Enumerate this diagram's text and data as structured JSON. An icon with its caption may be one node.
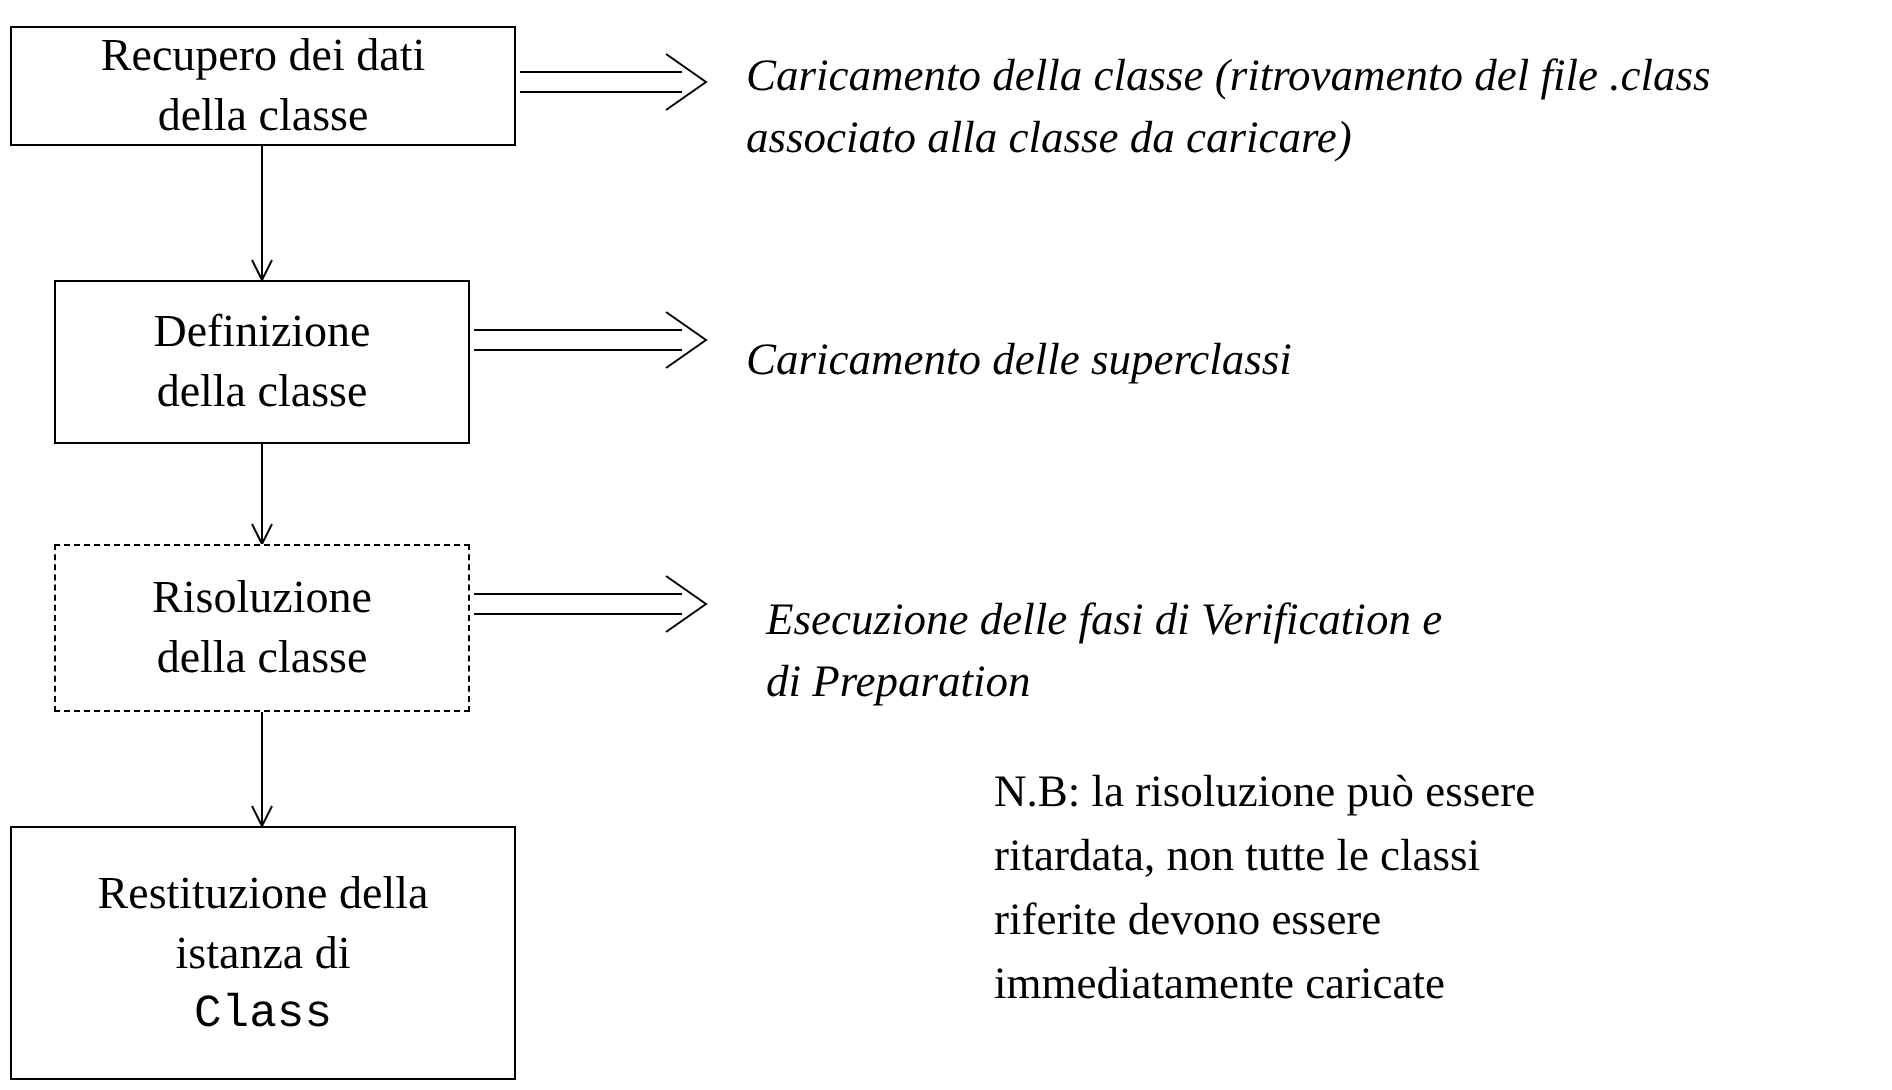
{
  "diagram": {
    "nodes": [
      {
        "text": [
          "Recupero dei dati della classe"
        ]
      },
      {
        "text": [
          "Definizione della classe"
        ]
      },
      {
        "text": [
          "Risoluzione della classe"
        ]
      },
      {
        "text": [
          "Restituzione della istanza di",
          "Class"
        ]
      },
      {
        "text": [
          "Caricamento della classe (ritrovamento del file .class associato alla classe da caricare)"
        ]
      },
      {
        "text": [
          "Caricamento delle superclassi"
        ]
      },
      {
        "text": [
          "Esecuzione delle fasi di Verification e di Preparation"
        ]
      }
    ],
    "edges": [
      {
        "from": 0,
        "to": 1,
        "arrow": "to"
      },
      {
        "from": 1,
        "to": 2,
        "arrow": "to"
      },
      {
        "from": 2,
        "to": 3,
        "arrow": "to"
      },
      {
        "from": 0,
        "to": 4,
        "arrow": "to",
        "style": "thick"
      },
      {
        "from": 1,
        "to": 5,
        "arrow": "to",
        "style": "thick"
      },
      {
        "from": 2,
        "to": 6,
        "arrow": "to",
        "style": "thick"
      }
    ],
    "labels": [
      "N.B: la risoluzione può essere ritardata, non tutte le classi riferite devono essere immediatamente caricate"
    ]
  }
}
